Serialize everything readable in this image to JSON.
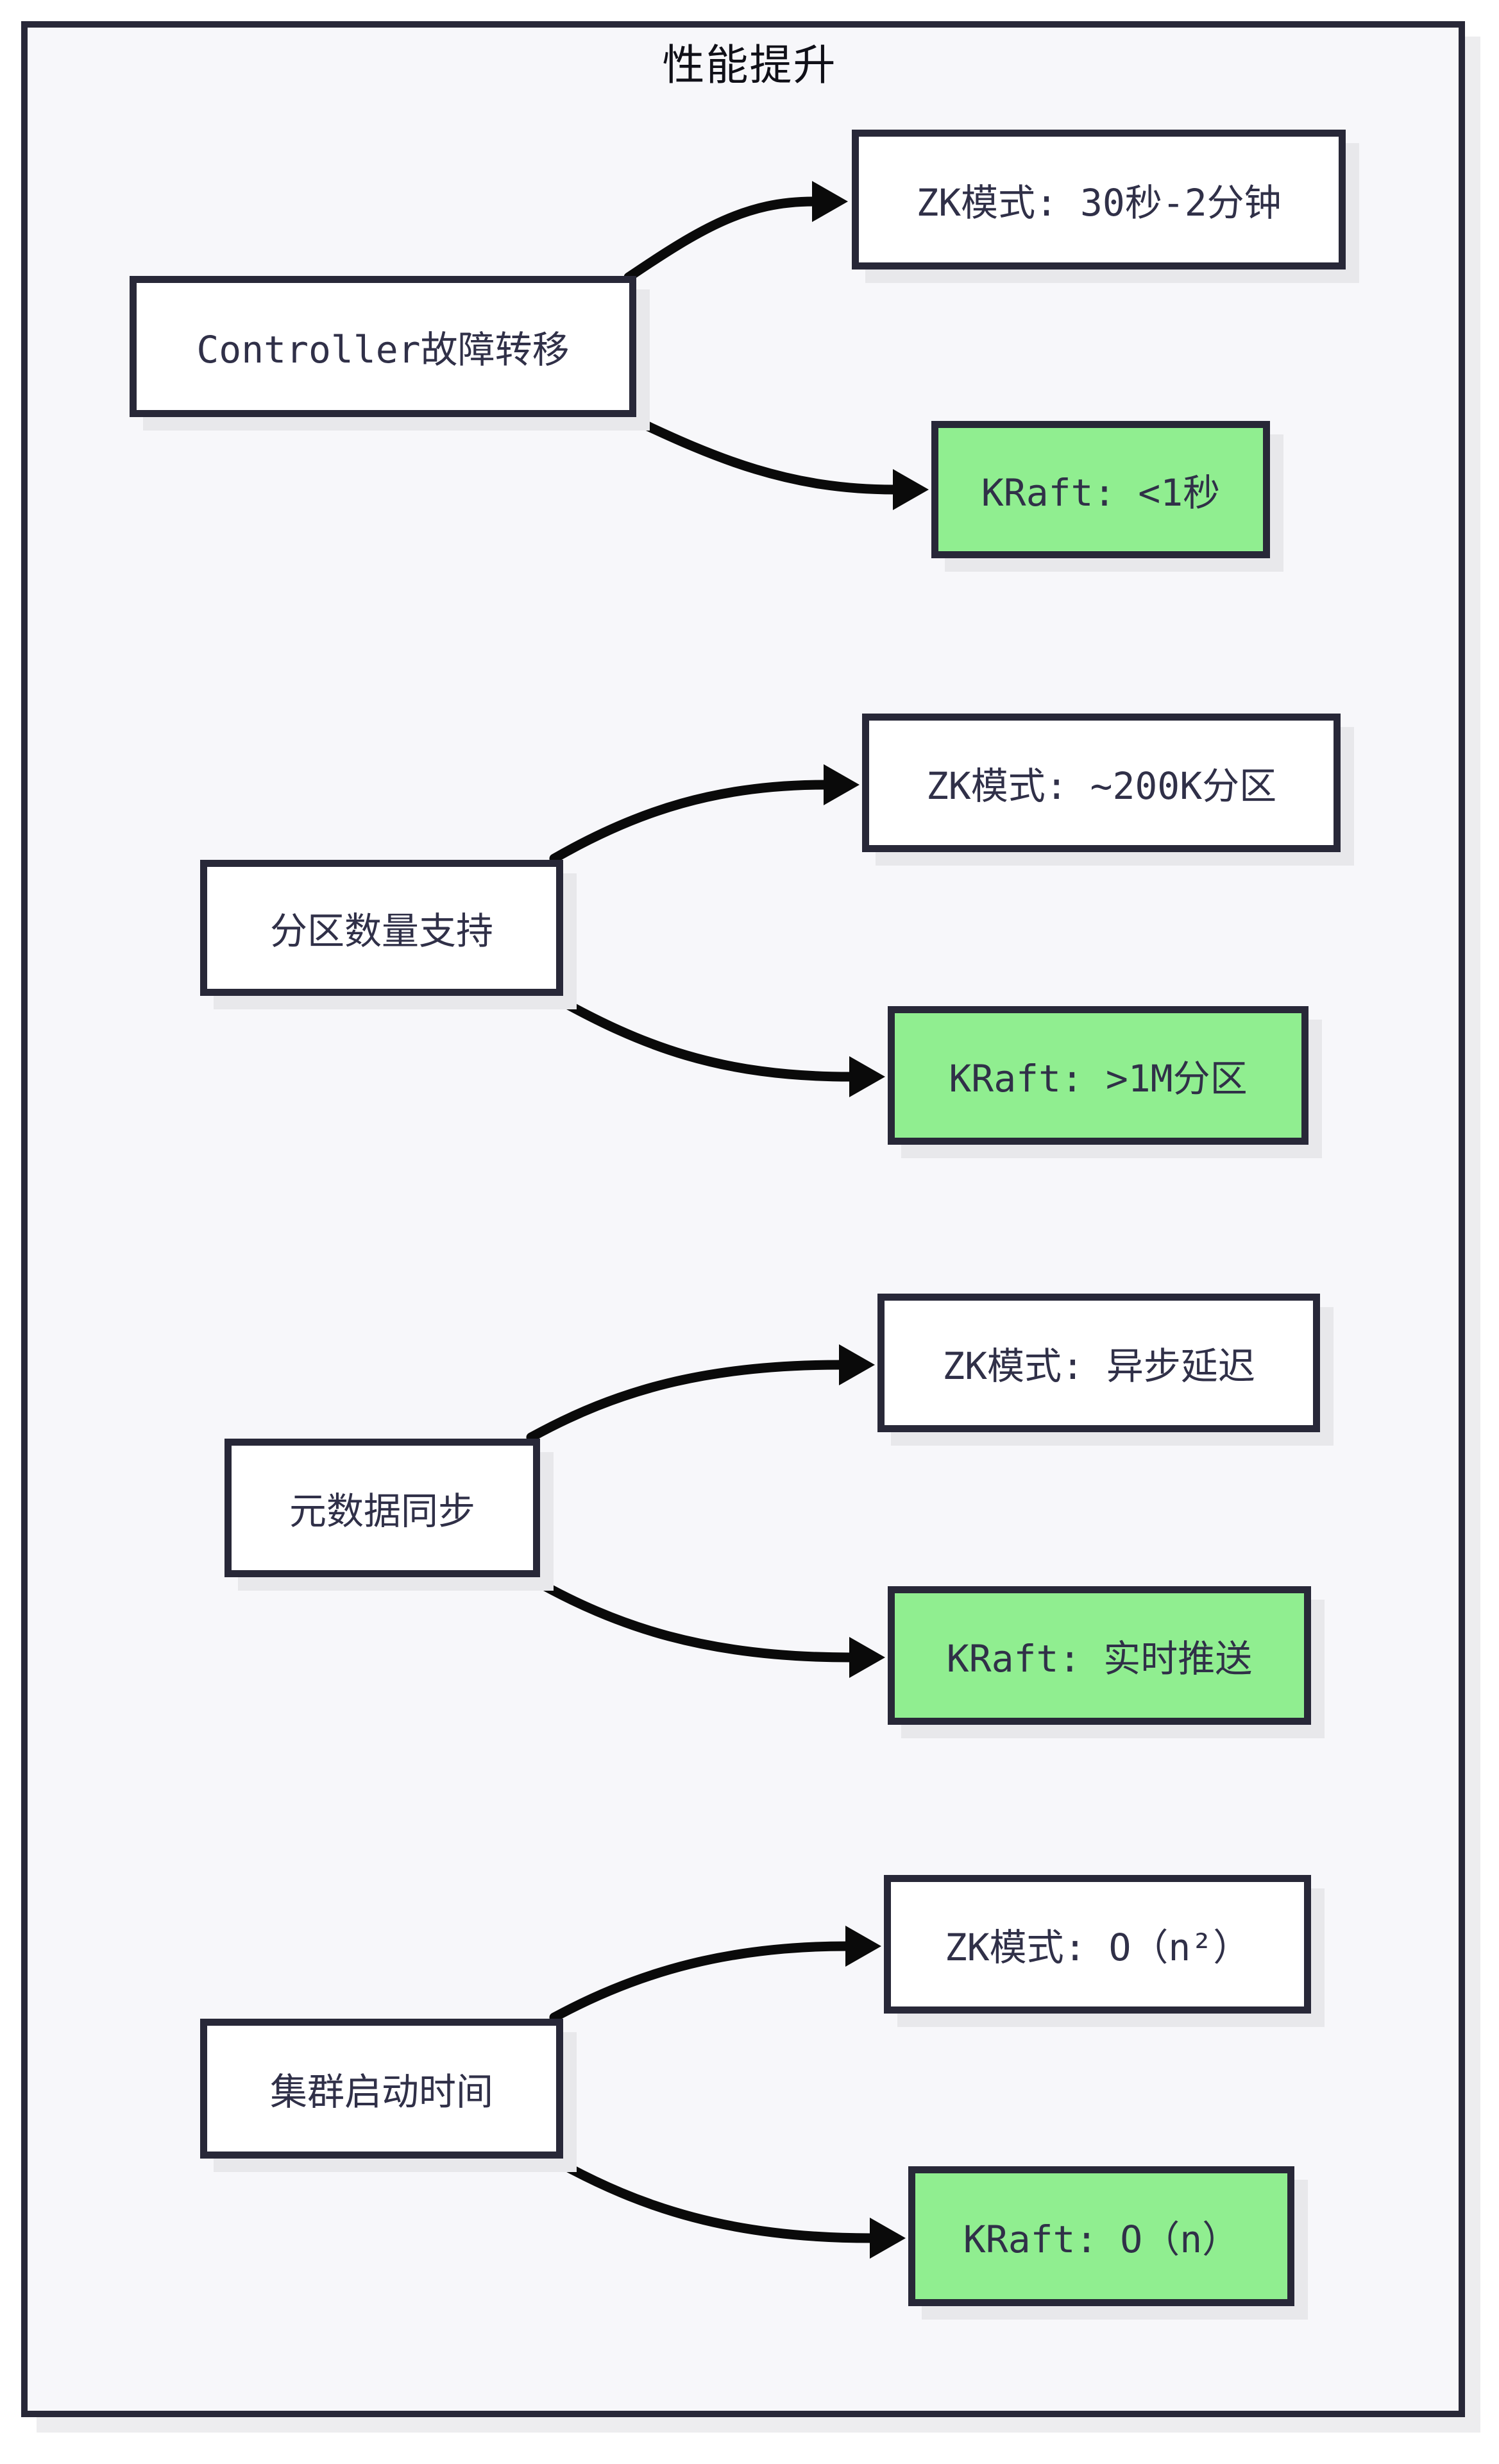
{
  "title": "性能提升",
  "groups": [
    {
      "category": "Controller故障转移",
      "zk": "ZK模式: 30秒-2分钟",
      "kraft": "KRaft: <1秒"
    },
    {
      "category": "分区数量支持",
      "zk": "ZK模式: ~200K分区",
      "kraft": "KRaft: >1M分区"
    },
    {
      "category": "元数据同步",
      "zk": "ZK模式: 异步延迟",
      "kraft": "KRaft: 实时推送"
    },
    {
      "category": "集群启动时间",
      "zk": "ZK模式: O（n²）",
      "kraft": "KRaft: O（n）"
    }
  ],
  "colors": {
    "frame_border": "#282838",
    "box_border": "#282838",
    "zk_fill": "#ffffff",
    "kraft_fill": "#90ee90",
    "canvas_background": "#f7f7fa",
    "arrow": "#0a0a0a",
    "box_text": "#303048",
    "title_text": "#101018",
    "shadow": "#e8e8eb"
  }
}
